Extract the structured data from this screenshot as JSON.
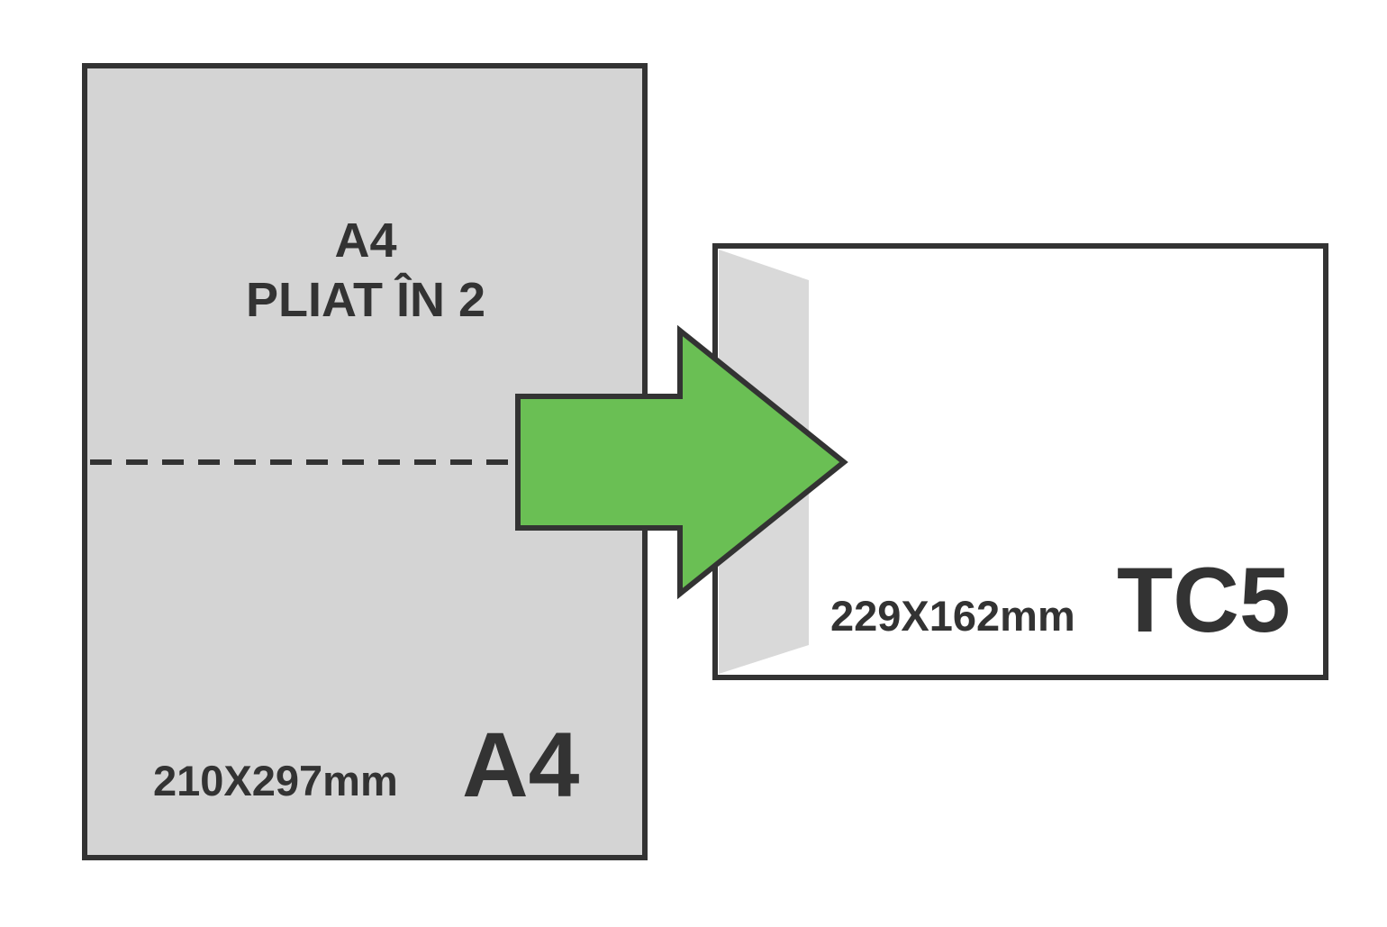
{
  "sheet": {
    "title_line1": "A4",
    "title_line2": "PLIAT ÎN 2",
    "dimensions": "210X297mm",
    "size_label": "A4",
    "fill_color": "#d4d4d4",
    "fold_line": "dashed"
  },
  "envelope": {
    "dimensions": "229X162mm",
    "size_label": "TC5",
    "fill_color": "#ffffff",
    "flap_color": "#d9d9d9"
  },
  "arrow": {
    "icon": "right-arrow-icon",
    "color": "#6abf54",
    "direction": "right"
  },
  "colors": {
    "outline": "#333333",
    "text": "#333333"
  }
}
